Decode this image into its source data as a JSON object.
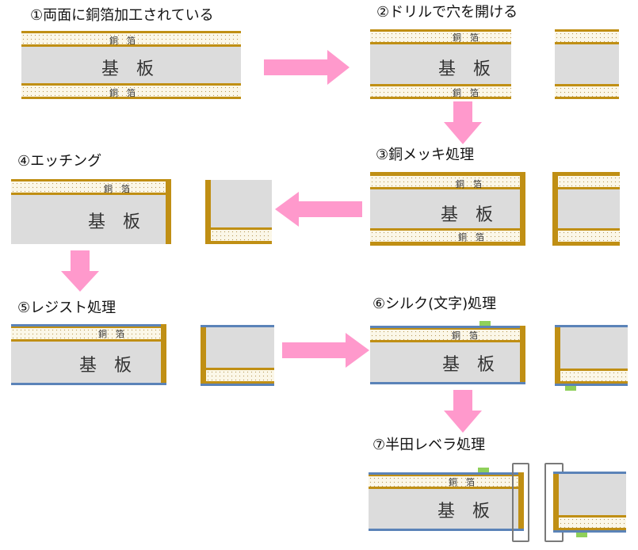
{
  "steps": [
    {
      "id": "1",
      "title": "①両面に銅箔加工されている"
    },
    {
      "id": "2",
      "title": "②ドリルで穴を開ける"
    },
    {
      "id": "3",
      "title": "③銅メッキ処理"
    },
    {
      "id": "4",
      "title": "④エッチング"
    },
    {
      "id": "5",
      "title": "⑤レジスト処理"
    },
    {
      "id": "6",
      "title": "⑥シルク(文字)処理"
    },
    {
      "id": "7",
      "title": "⑦半田レベラ処理"
    }
  ],
  "labels": {
    "substrate": "基　板",
    "copper_foil": "銅　箔"
  },
  "colors": {
    "substrate": "#dcdcdc",
    "copper": "#c08f14",
    "resist": "#5b83b8",
    "silk": "#8fd05a",
    "arrow": "#ff99cc",
    "solder_outline": "#7a7a7a"
  }
}
